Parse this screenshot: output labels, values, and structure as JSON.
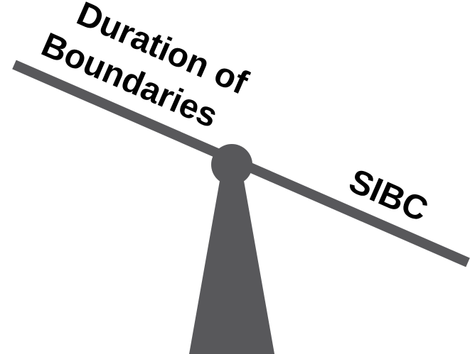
{
  "left_label_line1": "Duration of",
  "left_label_line2": "Boundaries",
  "right_label": "SIBC",
  "colors": {
    "beam": "#58585b",
    "pivot": "#58585b",
    "base": "#58585b",
    "text": "#000000",
    "background": "#ffffff"
  }
}
